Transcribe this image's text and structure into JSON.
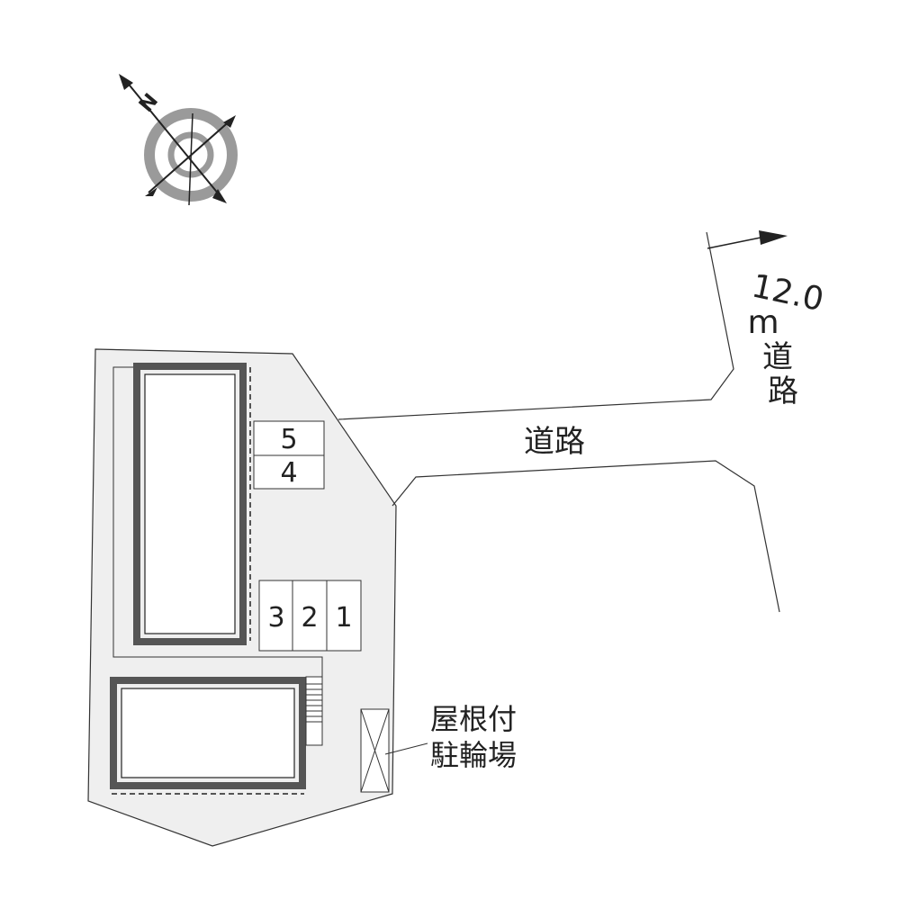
{
  "compass": {
    "north_label": "N"
  },
  "road_width": {
    "value": "12.0",
    "unit": "m",
    "chars": [
      "道",
      "路"
    ]
  },
  "road_label": "道路",
  "parking": {
    "spaces": [
      {
        "number": "5"
      },
      {
        "number": "4"
      },
      {
        "number": "3"
      },
      {
        "number": "2"
      },
      {
        "number": "1"
      }
    ]
  },
  "bicycle_parking": {
    "line1": "屋根付",
    "line2": "駐輪場"
  },
  "colors": {
    "lot_fill": "#efefef",
    "building_wall": "#555555",
    "line": "#333333",
    "compass_ring": "#9a9a9a"
  }
}
